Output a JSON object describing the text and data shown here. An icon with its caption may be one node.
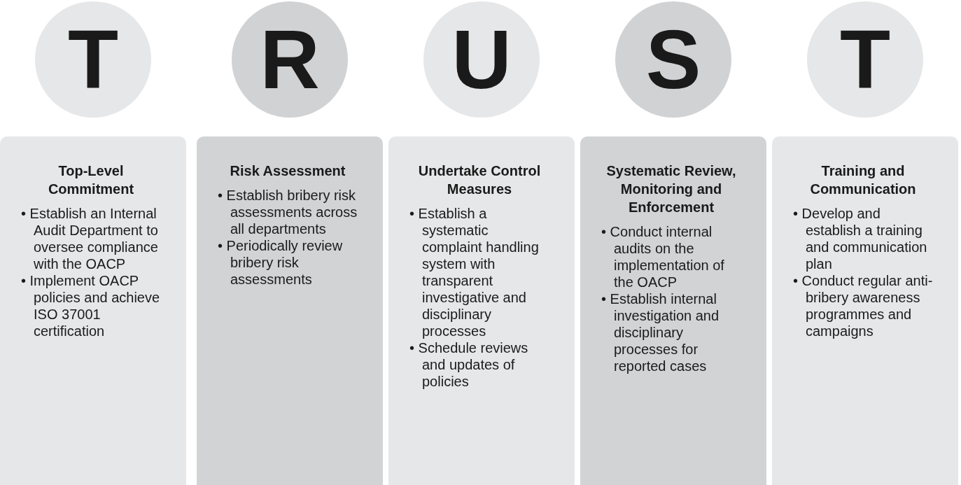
{
  "diagram": {
    "nodes": [
      {
        "text": [
          "T"
        ]
      },
      {
        "text": [
          "R"
        ]
      },
      {
        "text": [
          "U"
        ]
      },
      {
        "text": [
          "S"
        ]
      },
      {
        "text": [
          "T"
        ]
      },
      {
        "text": [
          "Top-Level Commitment",
          "• Establish an Internal Audit Department to oversee compliance with the OACP",
          "• Implement OACP policies and achieve ISO 37001 certification"
        ]
      },
      {
        "text": [
          "Risk Assessment",
          "• Establish bribery risk assessments across all departments",
          "• Periodically review bribery risk assessments"
        ]
      },
      {
        "text": [
          "Undertake Control Measures",
          "• Establish a systematic complaint handling system with transparent investigative and disciplinary processes",
          "• Schedule reviews and updates of policies"
        ]
      },
      {
        "text": [
          "Systematic Review, Monitoring and Enforcement",
          "• Conduct internal audits on the implementation of the OACP",
          "• Establish internal investigation and disciplinary processes for reported cases"
        ]
      },
      {
        "text": [
          "Training and Communication",
          "• Develop and establish a training and communication plan",
          "• Conduct regular anti-bribery awareness programmes and campaigns"
        ]
      }
    ],
    "edges": []
  }
}
